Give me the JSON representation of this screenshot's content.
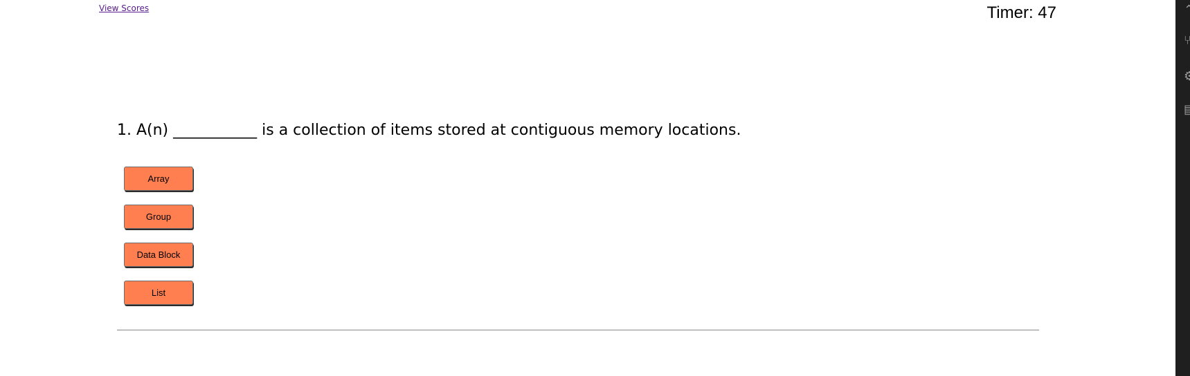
{
  "header": {
    "view_scores_label": "View Scores",
    "timer_text": "Timer: 47"
  },
  "question": {
    "text": "1. A(n) ___________ is a collection of items stored at contiguous memory locations."
  },
  "choices": [
    {
      "label": "Array"
    },
    {
      "label": "Group"
    },
    {
      "label": "Data Block"
    },
    {
      "label": "List"
    }
  ],
  "colors": {
    "choice_button": "#ff7f50",
    "link": "#551a8b",
    "side_panel": "#1f1f1f"
  },
  "side_panel": {
    "icons": [
      "chevron-up-icon",
      "source-control-icon",
      "debug-icon",
      "extensions-icon"
    ]
  }
}
